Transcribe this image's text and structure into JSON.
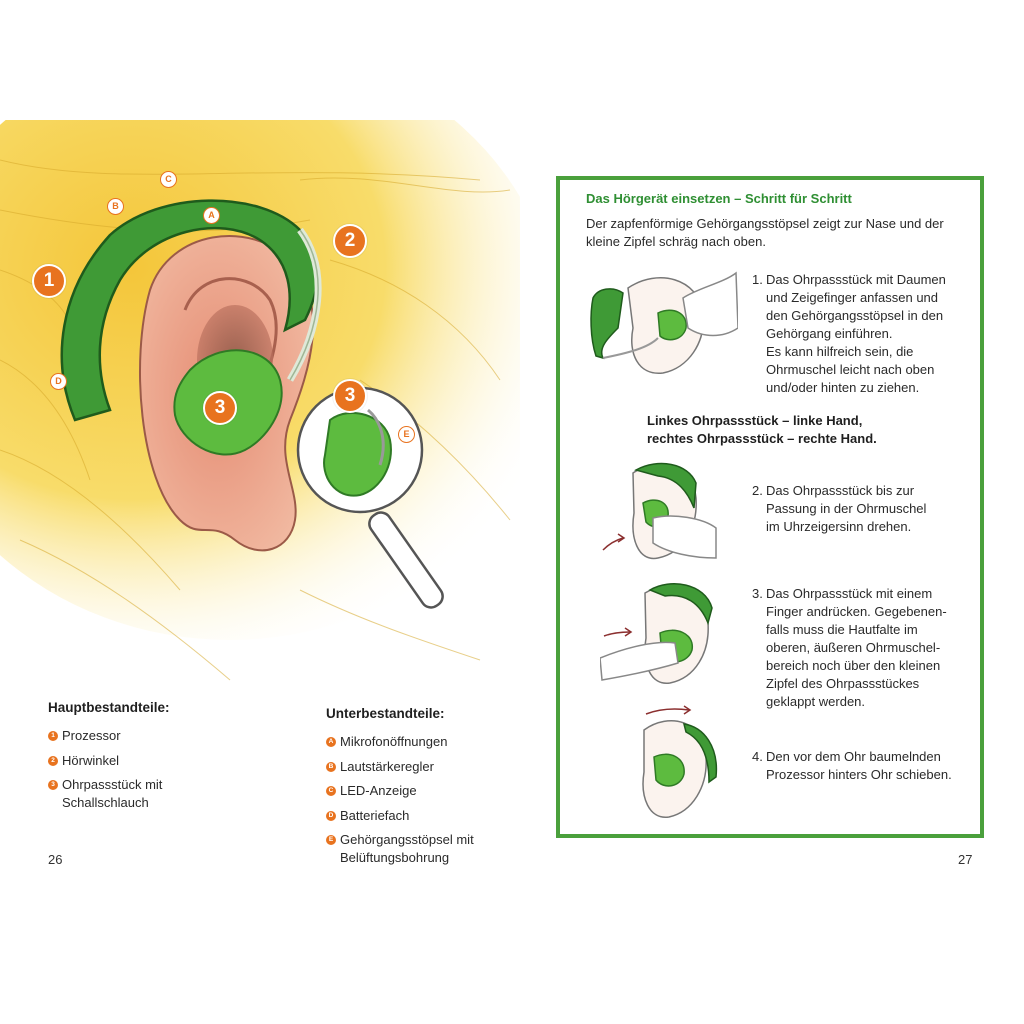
{
  "left_page": {
    "callouts_main": [
      "1",
      "2",
      "3",
      "3"
    ],
    "callouts_sub": [
      "A",
      "B",
      "C",
      "D",
      "E"
    ],
    "main_parts": {
      "heading": "Hauptbestandteile:",
      "items": [
        {
          "marker": "1",
          "label": "Prozessor"
        },
        {
          "marker": "2",
          "label": "Hörwinkel"
        },
        {
          "marker": "3",
          "label": "Ohrpassstück mit Schallschlauch"
        }
      ]
    },
    "sub_parts": {
      "heading": "Unterbestandteile:",
      "items": [
        {
          "marker": "A",
          "label": "Mikrofonöffnungen"
        },
        {
          "marker": "B",
          "label": "Lautstärkeregler"
        },
        {
          "marker": "C",
          "label": "LED-Anzeige"
        },
        {
          "marker": "D",
          "label": "Batteriefach"
        },
        {
          "marker": "E",
          "label": "Gehörgangsstöpsel mit Belüftungsbohrung"
        }
      ]
    },
    "page_number": "26"
  },
  "right_page": {
    "box_title": "Das Hörgerät einsetzen – Schritt für Schritt",
    "intro": "Der zapfenförmige Gehörgangsstöpsel zeigt zur Nase und der kleine Zipfel schräg nach oben.",
    "steps": [
      {
        "number": "1.",
        "text": "Das Ohrpassstück mit Daumen\nund Zeigefinger anfassen und\nden Gehörgangsstöpsel in den\nGehörgang einführen.\nEs kann hilfreich sein, die\nOhrmuschel leicht nach oben\nund/oder hinten zu ziehen."
      },
      {
        "number": "2.",
        "text": "Das Ohrpassstück bis zur\nPassung in der Ohrmuschel\nim Uhrzeigersinn drehen."
      },
      {
        "number": "3.",
        "text": "Das Ohrpassstück mit einem\nFinger andrücken. Gegebenen-\nfalls muss die Hautfalte im\noberen, äußeren Ohrmuschel-\nbereich noch über den kleinen\nZipfel des Ohrpassstückes\ngeklappt werden."
      },
      {
        "number": "4.",
        "text": "Den vor dem Ohr baumelnden\nProzessor hinters Ohr schieben."
      }
    ],
    "hand_note": "Linkes Ohrpassstück – linke Hand,\nrechtes Ohrpassstück – rechte Hand.",
    "page_number": "27"
  },
  "colors": {
    "accent_orange": "#e8731f",
    "accent_green": "#4aa03c",
    "title_green": "#2f8f33",
    "hearing_aid_green": "#3f9a36",
    "hair_yellow": "#f6d24a",
    "skin": "#eaa58e"
  }
}
